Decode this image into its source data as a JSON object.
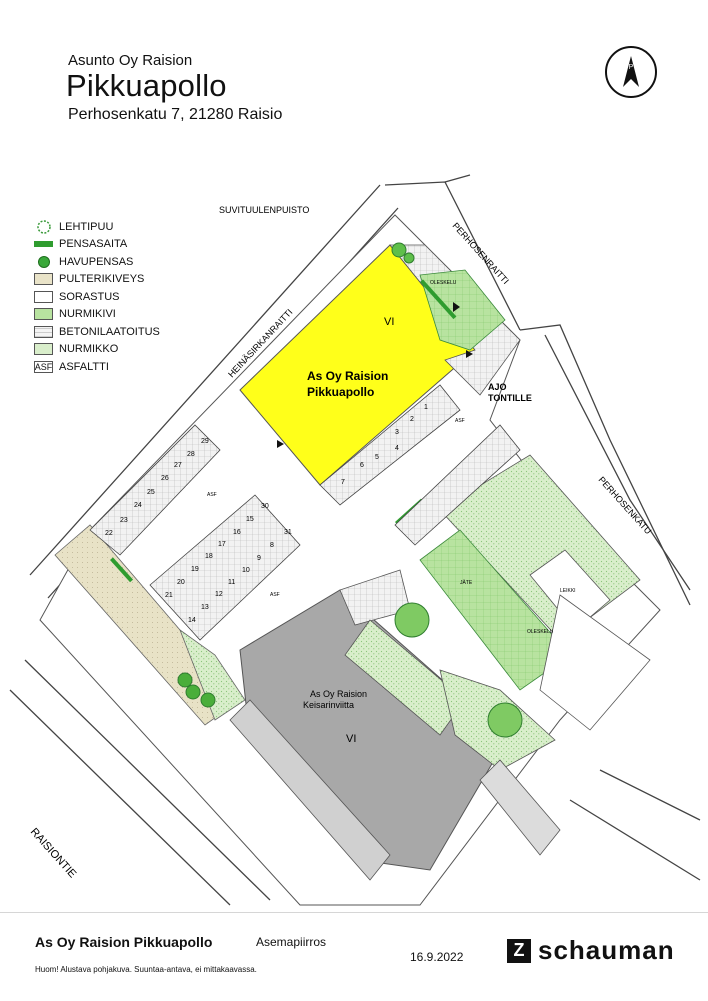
{
  "header": {
    "company": "Asunto Oy Raision",
    "title": "Pikkuapollo",
    "address": "Perhosenkatu 7, 21280 Raisio",
    "north_label": "P"
  },
  "legend": [
    {
      "label": "LEHTIPUU",
      "swatch": "tree"
    },
    {
      "label": "PENSASAITA",
      "swatch": "hedge"
    },
    {
      "label": "HAVUPENSAS",
      "swatch": "conifer"
    },
    {
      "label": "PULTERIKIVEYS",
      "swatch": "cobble"
    },
    {
      "label": "SORASTUS",
      "swatch": "gravel"
    },
    {
      "label": "NURMIKIVI",
      "swatch": "grassstone"
    },
    {
      "label": "BETONILAATOITUS",
      "swatch": "concrete"
    },
    {
      "label": "NURMIKKO",
      "swatch": "lawn"
    },
    {
      "label": "ASFALTTI",
      "swatch": "asphalt",
      "code": "ASF"
    }
  ],
  "map": {
    "streets": {
      "suvituulenpuisto": "SUVITUULENPUISTO",
      "perhosenraitti": "PERHOSENRAITTI",
      "heinasirkanraitti": "HEINÄSIRKANRAITTI",
      "perhosenkatu": "PERHOSENKATU",
      "raisiontie": "RAISIONTIE"
    },
    "main_building": {
      "name_line1": "As Oy Raision",
      "name_line2": "Pikkuapollo",
      "floors": "VI"
    },
    "neighbor_building": {
      "name_line1": "As Oy Raision",
      "name_line2": "Keisarinviitta",
      "floors": "VI"
    },
    "access_label_line1": "AJO",
    "access_label_line2": "TONTILLE",
    "small_labels": {
      "oleskelu": "OLESKELU",
      "jate": "JÄTE",
      "leikki": "LEIKKI",
      "asf": "ASF"
    },
    "parking": {
      "row_upper_left": [
        "22",
        "23",
        "24",
        "25",
        "26",
        "27",
        "28",
        "29"
      ],
      "row_lower_left": [
        "21",
        "20",
        "19",
        "18",
        "17",
        "16",
        "15",
        "30"
      ],
      "row_lower_mid": [
        "14",
        "13",
        "12",
        "11",
        "10",
        "9",
        "8",
        "31"
      ],
      "row_building": [
        "1",
        "2",
        "3",
        "4",
        "5",
        "6",
        "7"
      ]
    }
  },
  "footer": {
    "project": "As Oy Raision Pikkuapollo",
    "drawing_type": "Asemapiirros",
    "date": "16.9.2022",
    "note": "Huom! Alustava pohjakuva. Suuntaa-antava, ei mittakaavassa.",
    "brand": "schauman",
    "brand_mark": "Z"
  },
  "colors": {
    "building_main": "#ffff1a",
    "building_neighbor": "#a8a8a8",
    "lawn": "#d6ecc6",
    "grassstone": "#b2e29a",
    "hedge": "#3aa83a",
    "cobble": "#e9e3c8",
    "road_line": "#333333"
  }
}
